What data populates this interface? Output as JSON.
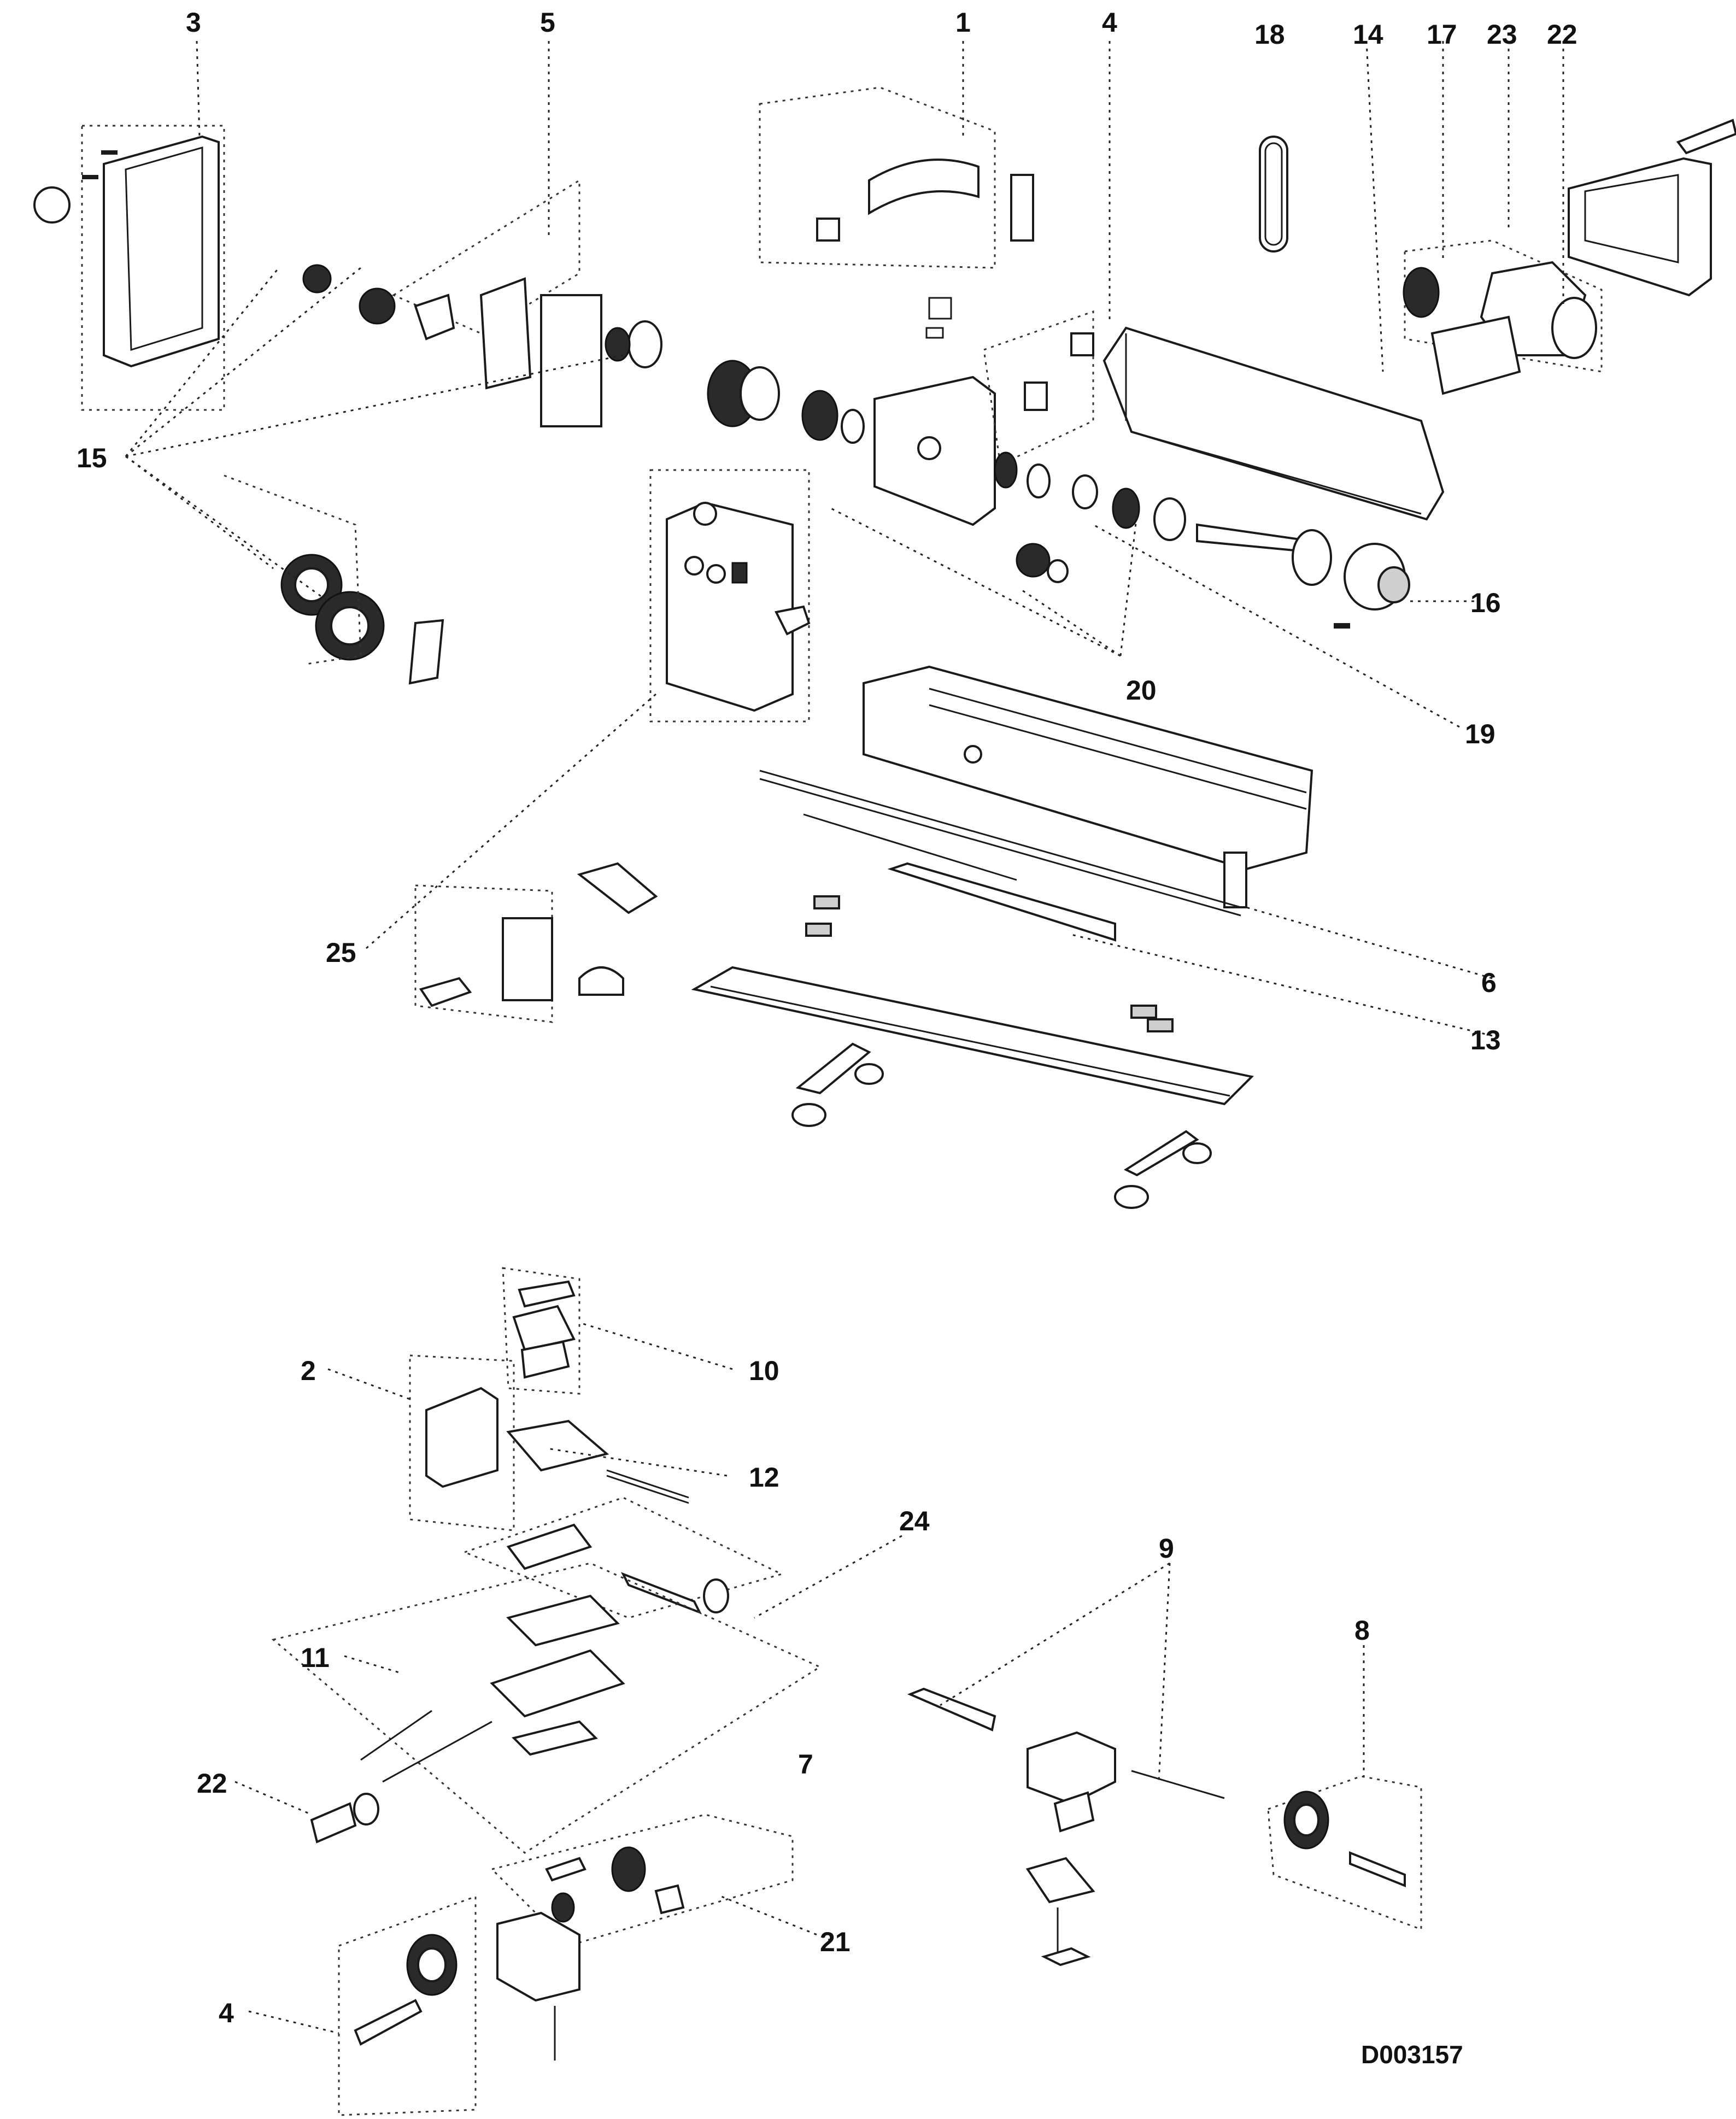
{
  "diagram": {
    "drawing_code": "D003157",
    "callouts": [
      {
        "id": "c1",
        "label": "1"
      },
      {
        "id": "c2",
        "label": "2"
      },
      {
        "id": "c3",
        "label": "3"
      },
      {
        "id": "c4a",
        "label": "4"
      },
      {
        "id": "c4b",
        "label": "4"
      },
      {
        "id": "c5",
        "label": "5"
      },
      {
        "id": "c6",
        "label": "6"
      },
      {
        "id": "c7",
        "label": "7"
      },
      {
        "id": "c8",
        "label": "8"
      },
      {
        "id": "c9",
        "label": "9"
      },
      {
        "id": "c10",
        "label": "10"
      },
      {
        "id": "c11",
        "label": "11"
      },
      {
        "id": "c12",
        "label": "12"
      },
      {
        "id": "c13",
        "label": "13"
      },
      {
        "id": "c14",
        "label": "14"
      },
      {
        "id": "c15",
        "label": "15"
      },
      {
        "id": "c16",
        "label": "16"
      },
      {
        "id": "c17",
        "label": "17"
      },
      {
        "id": "c18",
        "label": "18"
      },
      {
        "id": "c19",
        "label": "19"
      },
      {
        "id": "c20",
        "label": "20"
      },
      {
        "id": "c21",
        "label": "21"
      },
      {
        "id": "c22a",
        "label": "22"
      },
      {
        "id": "c22b",
        "label": "22"
      },
      {
        "id": "c23",
        "label": "23"
      },
      {
        "id": "c24",
        "label": "24"
      },
      {
        "id": "c25",
        "label": "25"
      }
    ]
  }
}
